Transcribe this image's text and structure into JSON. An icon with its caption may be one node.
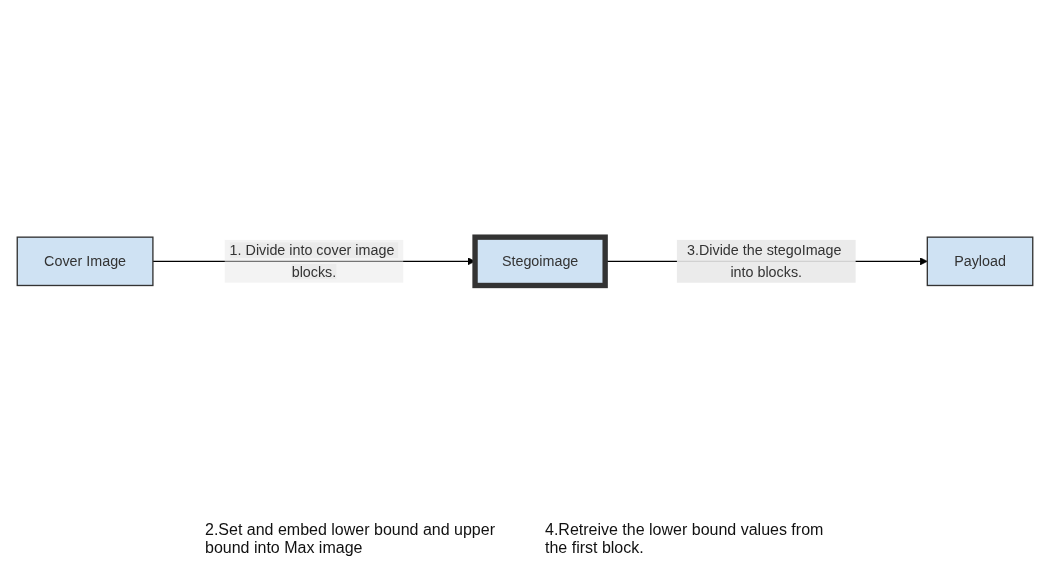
{
  "diagram": {
    "nodes": [
      {
        "text": [
          "Cover Image"
        ]
      },
      {
        "text": [
          "Stegoimage"
        ]
      },
      {
        "text": [
          "Payload"
        ]
      }
    ],
    "edges": [
      {
        "from": 0,
        "to": 1,
        "arrow": "to",
        "label": "1. Divide into cover image blocks."
      },
      {
        "from": 1,
        "to": 2,
        "arrow": "to",
        "label": "3.Divide the stegoImage into blocks."
      }
    ],
    "labels": [
      "2.Set and embed lower bound and upper bound into Max image",
      "4.Retreive the lower bound values from the first block."
    ]
  }
}
